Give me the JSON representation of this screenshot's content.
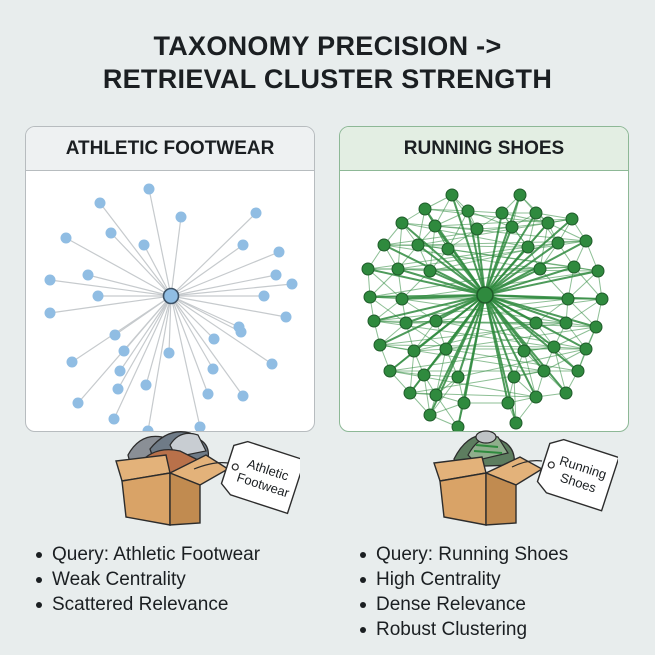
{
  "title": {
    "line1": "TAXONOMY PRECISION ->",
    "line2": "RETRIEVAL CLUSTER STRENGTH"
  },
  "panels": {
    "left": {
      "heading": "ATHLETIC FOOTWEAR",
      "node_color": "#90bde3",
      "hub_color": "#90bde3",
      "edge_color": "#c6cacd",
      "connectivity": "radial"
    },
    "right": {
      "heading": "RUNNING SHOES",
      "node_color": "#2f8a3e",
      "hub_color": "#2f8a3e",
      "edge_color": "#2f8a3e",
      "connectivity": "dense"
    }
  },
  "tags": {
    "left": {
      "line1": "Athletic",
      "line2": "Footwear"
    },
    "right": {
      "line1": "Running",
      "line2": "Shoes"
    }
  },
  "bullets": {
    "left": [
      "Query: Athletic Footwear",
      "Weak Centrality",
      "Scattered Relevance"
    ],
    "right": [
      "Query: Running Shoes",
      "High Centrality",
      "Dense Relevance",
      "Robust Clustering"
    ]
  },
  "colors": {
    "box": "#d9a367",
    "box_dark": "#b7844b",
    "accent_green": "#2f8a3e",
    "accent_blue": "#90bde3"
  }
}
